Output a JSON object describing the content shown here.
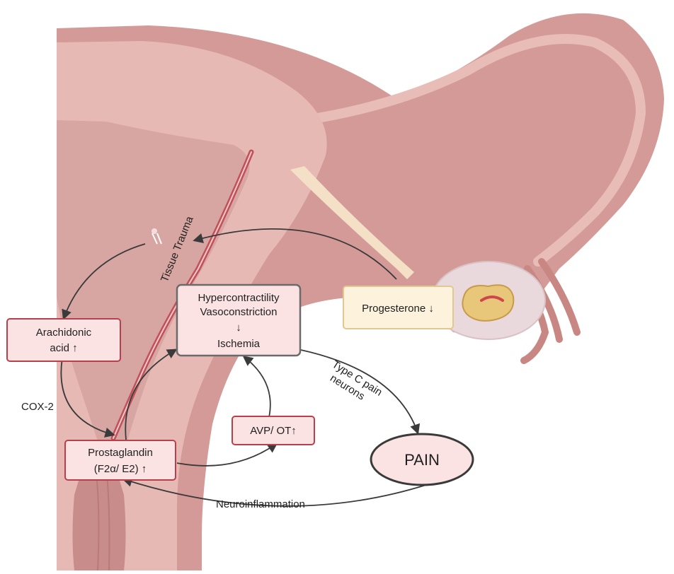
{
  "diagram": {
    "labels": {
      "tissue_trauma": "Tissue Trauma",
      "hypercontractility": "Hypercontractility",
      "vasoconstriction": "Vasoconstriction",
      "down_arrow": "↓",
      "ischemia": "Ischemia",
      "progesterone": "Progesterone ↓",
      "arachidonic_line1": "Arachidonic",
      "arachidonic_line2": "acid ↑",
      "cox2": "COX-2",
      "prostaglandin_line1": "Prostaglandin",
      "prostaglandin_line2": "(F2α/ E2) ↑",
      "avp_ot": "AVP/ OT↑",
      "pain": "PAIN",
      "type_c_line1": "Type C pain",
      "type_c_line2": "neurons",
      "neuroinflammation": "Neuroinflammation"
    },
    "colors": {
      "uterus_outer": "#d49a97",
      "uterus_mid": "#e7b9b4",
      "uterus_inner": "#f2d4cf",
      "tube": "#c98784",
      "box_border_red": "#b9404a",
      "box_fill_pink": "#fbe3e4",
      "box_border_gray": "#6b6b6b",
      "progesterone_border": "#e2c890",
      "progesterone_fill": "#fdf3dd",
      "ovary": "#ead9dc",
      "arrow": "#3a3a3a"
    }
  }
}
